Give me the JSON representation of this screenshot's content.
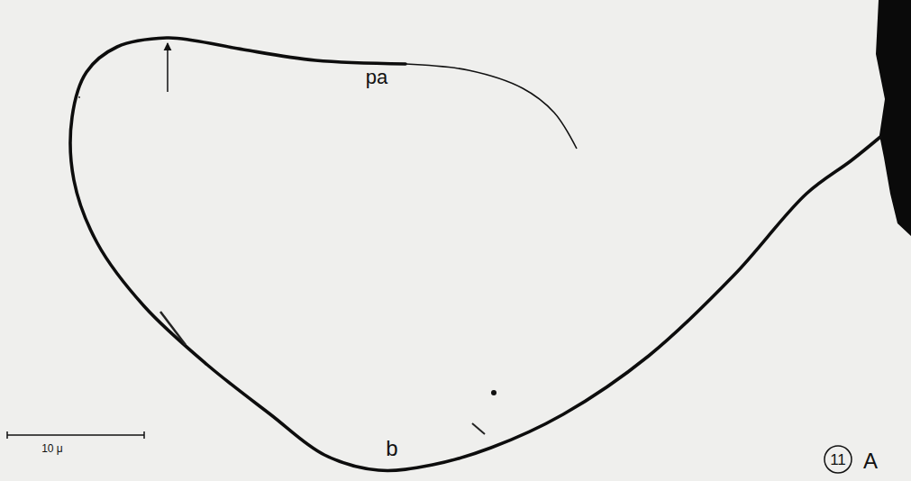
{
  "diagram": {
    "labels": [
      "pa",
      "b",
      "10 μ",
      "11",
      "A"
    ]
  }
}
